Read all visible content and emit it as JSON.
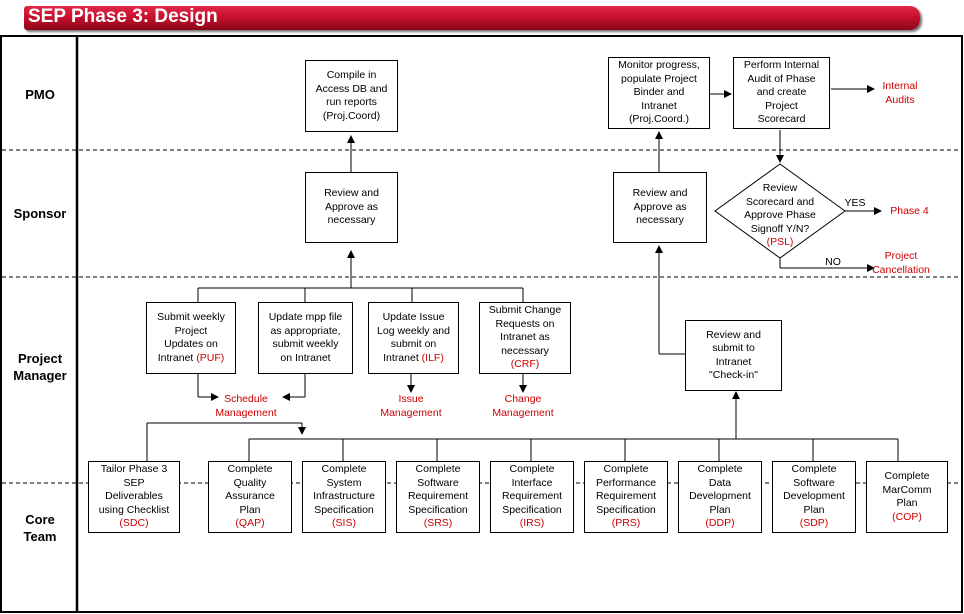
{
  "title": "SEP Phase 3: Design",
  "lanes": [
    "PMO",
    "Sponsor",
    "Project\nManager",
    "Core\nTeam"
  ],
  "boxes": {
    "compile": "Compile in\nAccess DB and\nrun reports\n(Proj.Coord)",
    "monitor": "Monitor progress,\npopulate Project\nBinder and\nIntranet\n(Proj.Coord.)",
    "audit": "Perform Internal\nAudit of Phase\nand create\nProject\nScorecard",
    "review_left": "Review and\nApprove as\nnecessary",
    "review_right": "Review and\nApprove as\nnecessary",
    "puf_text": "Submit weekly\nProject\nUpdates on\nIntranet",
    "puf_code": "(PUF)",
    "mpp": "Update mpp file\nas appropriate,\nsubmit weekly\non Intranet",
    "ilf_text": "Update Issue\nLog weekly and\nsubmit on\nIntranet",
    "ilf_code": "(ILF)",
    "crf_text": "Submit Change\nRequests on\nIntranet as\nnecessary",
    "crf_code": "(CRF)",
    "checkin": "Review and\nsubmit to\nIntranet\n\"Check-in\""
  },
  "diamond": {
    "text": "Review\nScorecard and\nApprove Phase\nSignoff Y/N?",
    "code": "(PSL)"
  },
  "outputs": {
    "internal_audits": "Internal\nAudits",
    "phase4": "Phase 4",
    "cancellation": "Project\nCancellation",
    "yes": "YES",
    "no": "NO",
    "schedule": "Schedule\nManagement",
    "issue": "Issue\nManagement",
    "change": "Change\nManagement"
  },
  "core_team": [
    {
      "text": "Tailor Phase 3\nSEP\nDeliverables\nusing Checklist",
      "code": "(SDC)"
    },
    {
      "text": "Complete\nQuality\nAssurance\nPlan",
      "code": "(QAP)"
    },
    {
      "text": "Complete\nSystem\nInfrastructure\nSpecification",
      "code": "(SIS)"
    },
    {
      "text": "Complete\nSoftware\nRequirement\nSpecification",
      "code": "(SRS)"
    },
    {
      "text": "Complete\nInterface\nRequirement\nSpecification",
      "code": "(IRS)"
    },
    {
      "text": "Complete\nPerformance\nRequirement\nSpecification",
      "code": "(PRS)"
    },
    {
      "text": "Complete\nData\nDevelopment\nPlan",
      "code": "(DDP)"
    },
    {
      "text": "Complete\nSoftware\nDevelopment\nPlan",
      "code": "(SDP)"
    },
    {
      "text": "Complete\nMarComm\nPlan",
      "code": "(COP)"
    }
  ]
}
